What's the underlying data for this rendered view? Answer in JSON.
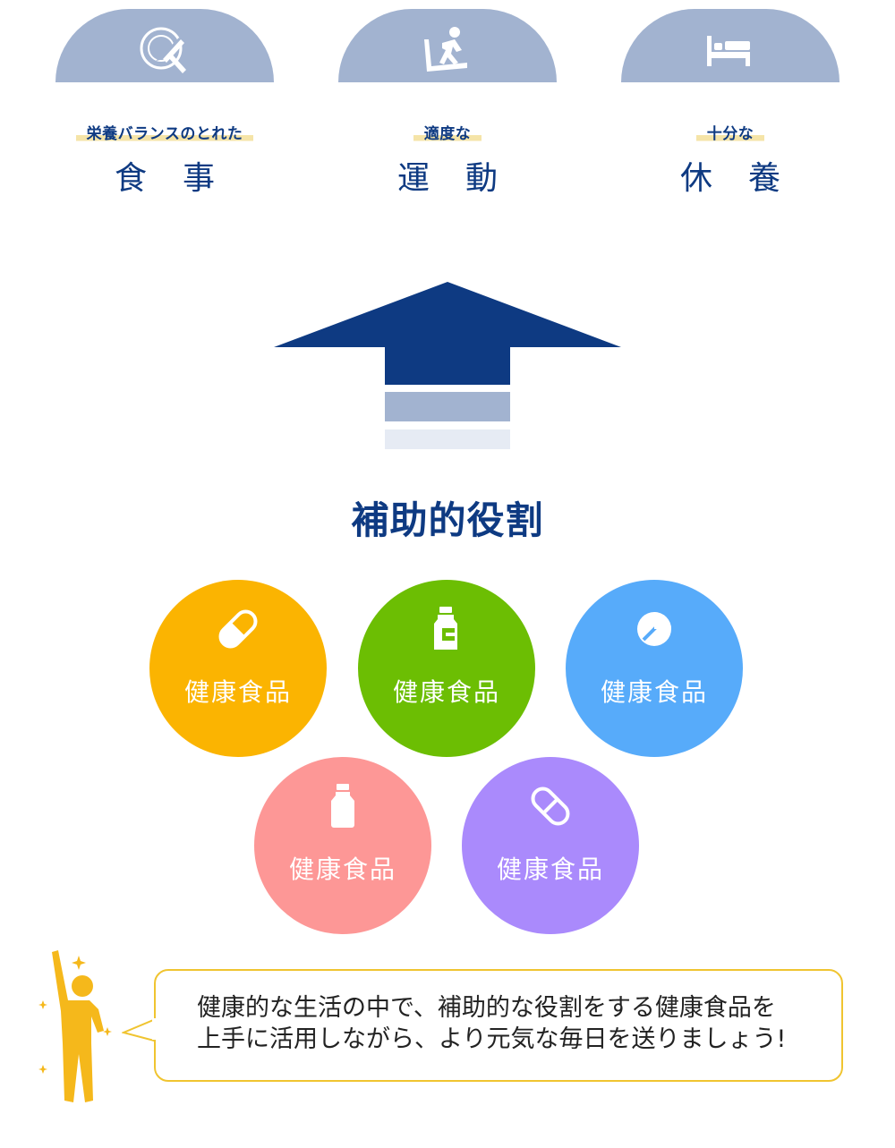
{
  "pillars": [
    {
      "icon": "dining-plate-icon",
      "subtitle": "栄養バランスのとれた",
      "title": "食事"
    },
    {
      "icon": "treadmill-runner-icon",
      "subtitle": "適度な",
      "title": "運動"
    },
    {
      "icon": "bed-icon",
      "subtitle": "十分な",
      "title": "休養"
    }
  ],
  "heading": "補助的役割",
  "supplements": [
    {
      "icon": "capsule-icon",
      "label": "健康食品",
      "color": "#fbb401"
    },
    {
      "icon": "supplement-bottle-icon",
      "label": "健康食品",
      "color": "#6cbe03"
    },
    {
      "icon": "tablet-icon",
      "label": "健康食品",
      "color": "#57abfa"
    },
    {
      "icon": "bottle-icon",
      "label": "健康食品",
      "color": "#fd9796"
    },
    {
      "icon": "capsule-icon",
      "label": "健康食品",
      "color": "#aa8afc"
    }
  ],
  "message": {
    "line1": "健康的な生活の中で、補助的な役割をする健康食品を",
    "line2": "上手に活用しながら、より元気な毎日を送りましょう!"
  },
  "colors": {
    "navy": "#0e3a82",
    "dome": "#a2b3d0",
    "highlight": "#f5e4a8",
    "arrow_stripe_1": "#a2b3d0",
    "arrow_stripe_2": "#e6ebf4",
    "figure": "#f5b81b"
  }
}
